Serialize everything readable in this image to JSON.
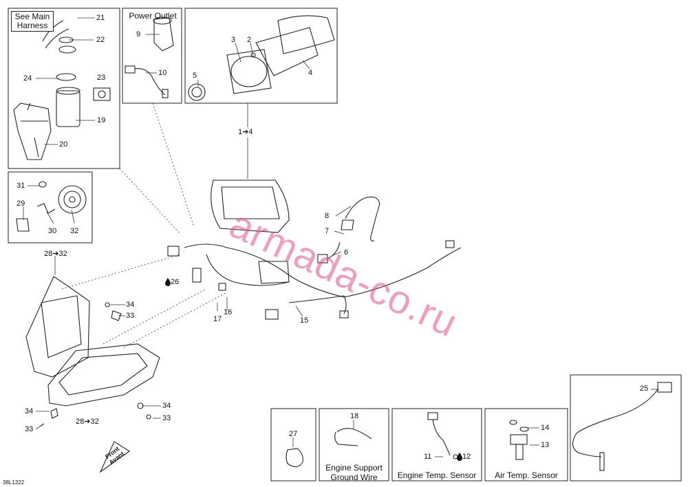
{
  "panels": {
    "power_outlet": "Power Outlet",
    "engine_support": "Engine Support\nGround Wire",
    "engine_temp": "Engine Temp. Sensor",
    "air_temp": "Air Temp. Sensor"
  },
  "note": "See Main\nHarness",
  "watermark": "armada-co.ru",
  "drawing_code": "38L1322",
  "front_arrow": "Front\nAvant",
  "labels": {
    "p21": "21",
    "p22": "22",
    "p23": "23",
    "p24": "24",
    "p19": "19",
    "p20": "20",
    "p9": "9",
    "p10": "10",
    "p3": "3",
    "p2": "2",
    "p5": "5",
    "p4": "4",
    "p1to4": "1➔4",
    "p31": "31",
    "p29": "29",
    "p30": "30",
    "p32": "32",
    "p28to32a": "28➔32",
    "p8": "8",
    "p7": "7",
    "p6": "6",
    "p26": "26",
    "p17": "17",
    "p16": "16",
    "p15": "15",
    "p34a": "34",
    "p33a": "33",
    "p34b": "34",
    "p33b": "33",
    "p34c": "34",
    "p33c": "33",
    "p28to32b": "28➔32",
    "p27": "27",
    "p18": "18",
    "p11": "11",
    "p12": "12",
    "p14": "14",
    "p13": "13",
    "p25": "25"
  }
}
